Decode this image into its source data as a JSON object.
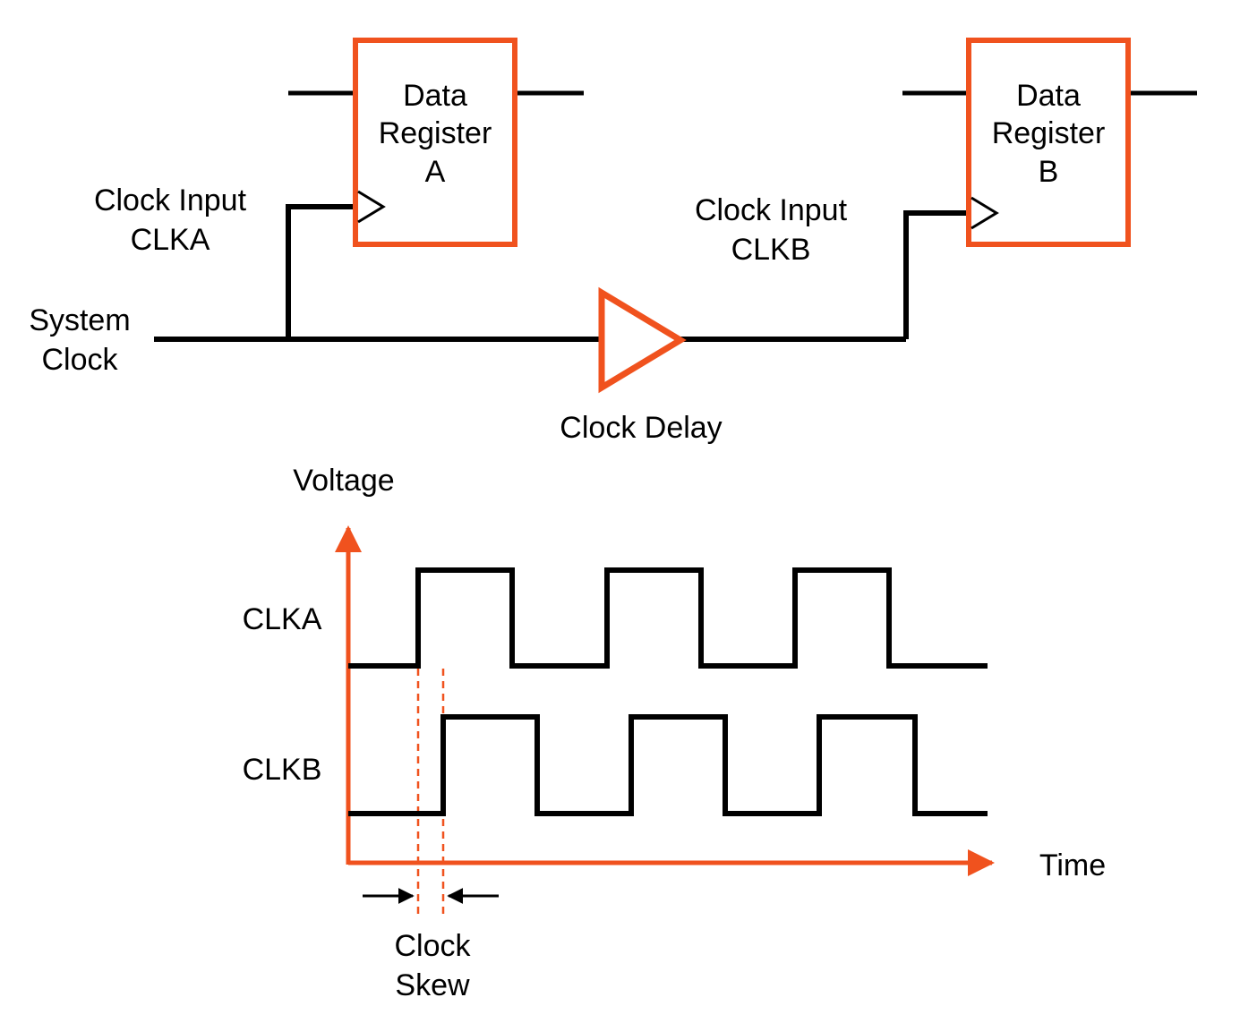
{
  "colors": {
    "accent": "#F0521E",
    "wire": "#000000"
  },
  "circuit": {
    "register_a": {
      "line1": "Data",
      "line2": "Register",
      "line3": "A"
    },
    "register_b": {
      "line1": "Data",
      "line2": "Register",
      "line3": "B"
    },
    "clock_input_a": {
      "line1": "Clock Input",
      "line2": "CLKA"
    },
    "clock_input_b": {
      "line1": "Clock Input",
      "line2": "CLKB"
    },
    "system_clock": {
      "line1": "System",
      "line2": "Clock"
    },
    "clock_delay_label": "Clock Delay"
  },
  "timing": {
    "voltage_axis_label": "Voltage",
    "time_axis_label": "Time",
    "clka_label": "CLKA",
    "clkb_label": "CLKB",
    "clock_skew": {
      "line1": "Clock",
      "line2": "Skew"
    }
  }
}
